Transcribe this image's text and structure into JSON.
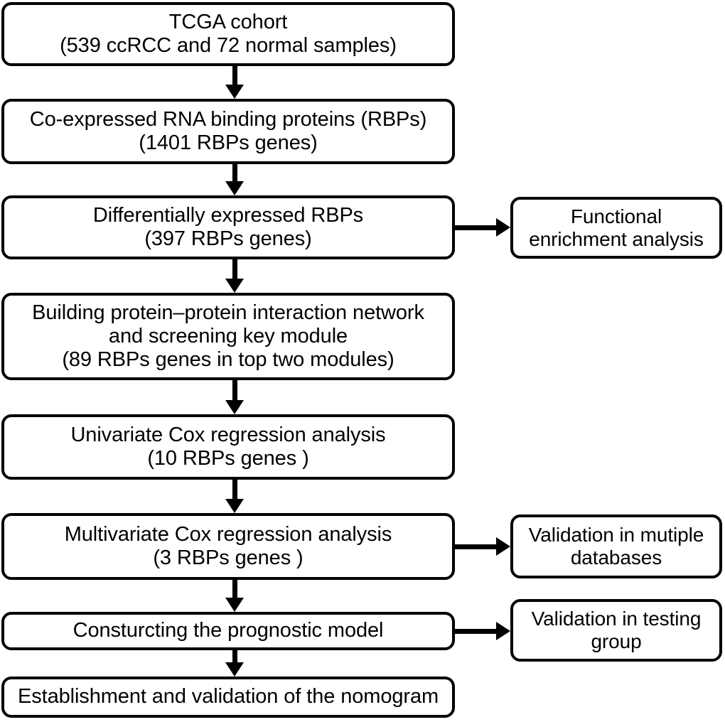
{
  "diagram": {
    "title": "Study workflow flowchart",
    "colors": {
      "stroke": "#000000",
      "fill": "#ffffff",
      "text": "#000000"
    },
    "main_nodes": [
      {
        "id": "tcga-cohort",
        "line1": "TCGA cohort",
        "line2": "(539 ccRCC and 72 normal samples)"
      },
      {
        "id": "co-expressed-rbps",
        "line1": "Co-expressed RNA binding proteins (RBPs)",
        "line2": "(1401 RBPs genes)"
      },
      {
        "id": "differentially-expressed-rbps",
        "line1": "Differentially expressed RBPs",
        "line2": "(397 RBPs genes)"
      },
      {
        "id": "ppi-network",
        "line1": "Building protein–protein interaction network",
        "line2": "and screening key module",
        "line3": "(89 RBPs genes in top two modules)"
      },
      {
        "id": "univariate-cox",
        "line1": "Univariate Cox regression analysis",
        "line2": "(10 RBPs genes )"
      },
      {
        "id": "multivariate-cox",
        "line1": "Multivariate Cox regression analysis",
        "line2": "(3 RBPs genes )"
      },
      {
        "id": "prognostic-model",
        "line1": "Consturcting the prognostic model"
      },
      {
        "id": "nomogram",
        "line1": "Establishment and validation of the nomogram"
      }
    ],
    "side_nodes": [
      {
        "id": "functional-enrichment",
        "line1": "Functional",
        "line2": "enrichment analysis"
      },
      {
        "id": "validation-databases",
        "line1": "Validation in mutiple",
        "line2": "databases"
      },
      {
        "id": "validation-testing-group",
        "line1": "Validation in testing",
        "line2": "group"
      }
    ],
    "connectors": [
      {
        "id": "tcga-to-coexpressed",
        "direction": "down"
      },
      {
        "id": "coexpressed-to-deg",
        "direction": "down"
      },
      {
        "id": "deg-to-ppi",
        "direction": "down"
      },
      {
        "id": "ppi-to-univariate",
        "direction": "down"
      },
      {
        "id": "univariate-to-multivariate",
        "direction": "down"
      },
      {
        "id": "multivariate-to-model",
        "direction": "down"
      },
      {
        "id": "model-to-nomogram",
        "direction": "down"
      },
      {
        "id": "deg-to-functional-enrichment",
        "direction": "right"
      },
      {
        "id": "multivariate-to-validation-databases",
        "direction": "right"
      },
      {
        "id": "model-to-validation-testing-group",
        "direction": "right"
      }
    ]
  }
}
